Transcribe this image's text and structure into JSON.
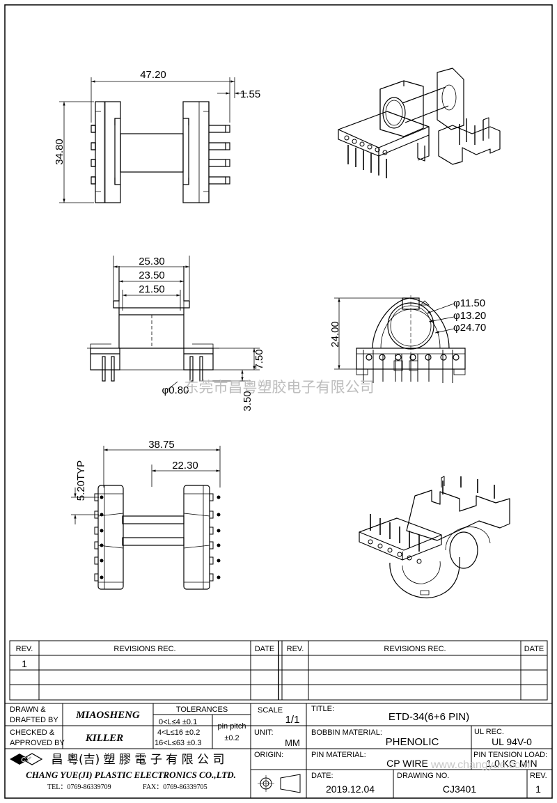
{
  "dimensions": {
    "top_width": "47.20",
    "top_gap": "1.55",
    "top_height": "34.80",
    "front_w1": "25.30",
    "front_w2": "23.50",
    "front_w3": "21.50",
    "front_h": "7.50",
    "front_pin_len": "3.50",
    "front_pin_dia": "φ0.80",
    "side_height": "24.00",
    "side_d1": "φ11.50",
    "side_d2": "φ13.20",
    "side_d3": "φ24.70",
    "bottom_w1": "38.75",
    "bottom_w2": "22.30",
    "bottom_pitch": "5.20TYP"
  },
  "watermark": "东莞市昌粤塑胶电子有限公司",
  "revisions": {
    "header_rev": "REV.",
    "header_rec": "REVISIONS    REC.",
    "header_date": "DATE",
    "row1_rev": "1"
  },
  "title_block": {
    "drawn_label": "DRAWN  &\nDRAFTED BY",
    "drawn_l1": "DRAWN  &",
    "drawn_l2": "DRAFTED BY",
    "drawn_by": "MIAOSHENG",
    "checked_l1": "CHECKED  &",
    "checked_l2": "APPROVED BY",
    "checked_by": "KILLER",
    "tolerances_label": "TOLERANCES",
    "tol_1": "0<L≤4    ±0.1",
    "tol_2": "4<L≤16  ±0.2",
    "tol_3": "16<L≤63  ±0.3",
    "pin_pitch_label": "pin pitch",
    "pin_pitch_value": "±0.2",
    "scale_label": "SCALE",
    "scale_value": "1/1",
    "unit_label": "UNIT:",
    "unit_value": "MM",
    "origin_label": "ORIGIN:",
    "title_label": "TITLE:",
    "title_value": "ETD-34(6+6  PIN)",
    "bobbin_label": "BOBBIN MATERIAL:",
    "bobbin_value": "PHENOLIC",
    "ul_label": "UL REC.",
    "ul_value": "UL 94V-0",
    "pin_material_label": "PIN MATERIAL:",
    "pin_material_value": "CP   WIRE",
    "tension_label": "PIN TENSION LOAD:",
    "tension_value": "1.0  KG MIN",
    "date_label": "DATE:",
    "date_value": "2019.12.04",
    "drawing_no_label": "DRAWING NO.",
    "drawing_no_value": "CJ3401",
    "rev_label": "REV.",
    "rev_value": "1",
    "company_cn": "昌 粵(吉) 塑 膠 電 子 有 限 公 司",
    "company_en": "CHANG YUE(JI) PLASTIC ELECTRONICS CO.,LTD.",
    "tel": "TEL：0769-86339709",
    "fax": "FAX：0769-86339705",
    "logo_text": "CY",
    "site_watermark": "www.changyue.com"
  }
}
